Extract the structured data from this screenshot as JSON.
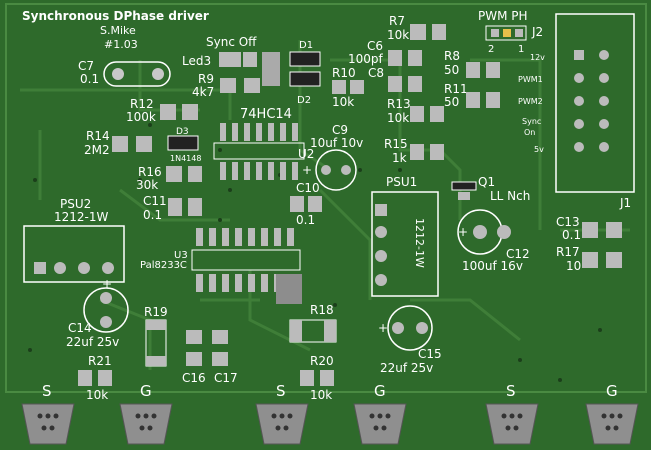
{
  "board": {
    "title": "Synchronous DPhase driver",
    "author": "S.Mike",
    "revision": "#1.03",
    "colors": {
      "substrate": "#2f6b2c",
      "copper": "#3b7a35",
      "silk": "#ffffff",
      "pad": "#b9b9b9",
      "pad_dark": "#8d8d8d"
    }
  },
  "labels": {
    "sync_off": "Sync Off",
    "c7": "C7",
    "c7_val": "0.1",
    "led3": "Led3",
    "r9": "R9",
    "r9_val": "4k7",
    "d1": "D1",
    "d2": "D2",
    "ic_74hc14": "74HC14",
    "r7": "R7",
    "r7_val": "10k",
    "c6": "C6",
    "c6_val": "100pf",
    "r10": "R10",
    "r10_val": "10k",
    "c8": "C8",
    "r8": "R8",
    "r8_val": "50",
    "r11": "R11",
    "r11_val": "50",
    "r13": "R13",
    "r13_val": "10k",
    "r15": "R15",
    "r15_val": "1k",
    "r12": "R12",
    "r12_val": "100k",
    "r14": "R14",
    "r14_val": "2M2",
    "d3": "D3",
    "d3_val": "1N4148",
    "r16": "R16",
    "r16_val": "30k",
    "c9": "C9",
    "c9_val": "10uf 10v",
    "u2": "U2",
    "c10": "C10",
    "c10_val": "0.1",
    "c11": "C11",
    "c11_val": "0.1",
    "psu2": "PSU2",
    "psu2_val": "1212-1W",
    "u3": "U3",
    "u3_val": "Pal8233C",
    "psu1": "PSU1",
    "psu1_val": "1212-1W",
    "q1": "Q1",
    "q1_val": "LL Nch",
    "pwm_ph": "PWM PH",
    "j2": "J2",
    "j2_pin2": "2",
    "j2_pin1": "1",
    "j1": "J1",
    "pin_12v": "12v",
    "pin_pwm1": "PWM1",
    "pin_pwm2": "PWM2",
    "pin_sync": "Sync",
    "pin_on": "On",
    "pin_5v": "5v",
    "c12": "C12",
    "c12_val": "100uf 16v",
    "c13": "C13",
    "c13_val": "0.1",
    "r17": "R17",
    "r17_val": "10",
    "c14": "C14",
    "c14_val": "22uf 25v",
    "r19": "R19",
    "r18": "R18",
    "c15": "C15",
    "c15_val": "22uf 25v",
    "c16": "C16",
    "c17": "C17",
    "r21": "R21",
    "r21_val": "10k",
    "r20": "R20",
    "r20_val": "10k",
    "plus": "+"
  },
  "terminals": [
    "S",
    "G",
    "S",
    "G",
    "S",
    "G"
  ]
}
